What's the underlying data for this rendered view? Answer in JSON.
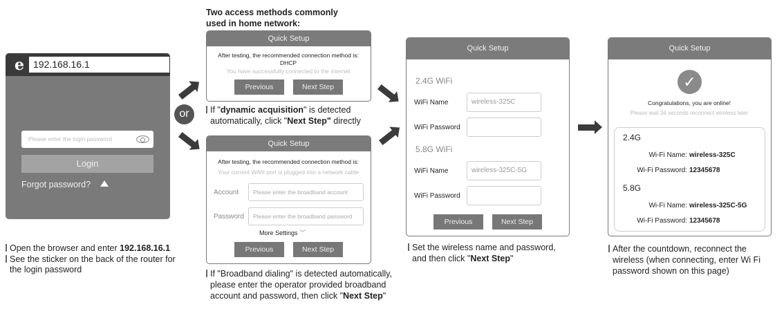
{
  "step1": {
    "url": "192.168.16.1",
    "password_placeholder": "Please enter the login password",
    "login_label": "Login",
    "forgot_label": "Forgot password?",
    "caption1_pre": "Open the browser and enter ",
    "caption1_bold": "192.168.16.1",
    "caption2": "See the sticker on the back of the router for",
    "caption2b": "the login password"
  },
  "or_label": "or",
  "step2": {
    "heading1": "Two access methods commonly",
    "heading2": "used in home network:",
    "dhcp": {
      "title": "Quick Setup",
      "line1": "After testing, the recommended connection method is:",
      "method": "DHCP",
      "status": "You have successfully connected to the internet",
      "prev": "Previous",
      "next": "Next Step",
      "cap_a": "If \"",
      "cap_b": "dynamic acquisition",
      "cap_c": "\" is detected",
      "cap_d": "automatically, click \"",
      "cap_e": "Next Step\"",
      "cap_f": " directly"
    },
    "pppoe": {
      "title": "Quick Setup",
      "line1": "After testing, the recommended connection method is:",
      "status": "Your current WAN port is plugged into a network cable",
      "account_label": "Account",
      "account_placeholder": "Please enter the broadband account",
      "password_label": "Password",
      "password_placeholder": "Please enter the broadband password",
      "more": "More Settings",
      "prev": "Previous",
      "next": "Next Step",
      "cap1": "If \"Broadband dialing\" is detected automatically,",
      "cap2": "please enter the operator provided broadband",
      "cap3a": "account and password, then click \"",
      "cap3b": "Next Step",
      "cap3c": "\""
    }
  },
  "step3": {
    "title": "Quick Setup",
    "band1": "2.4G WiFi",
    "name_label": "WiFi Name",
    "pwd_label": "WiFi Password",
    "name1": "wireless-325C",
    "band2": "5.8G WiFi",
    "name2": "wireless-325C-5G",
    "prev": "Previous",
    "next": "Next Step",
    "cap1": "Set the wireless name and password,",
    "cap2a": "and then click \"",
    "cap2b": "Next Step",
    "cap2c": "\""
  },
  "step4": {
    "title": "Quick Setup",
    "congrats": "Congratulations, you are online!",
    "wait": "Please wait 34 seconds reconnect wireless later",
    "band1": "2.4G",
    "band2": "5.8G",
    "name_label": "Wi-Fi Name:",
    "pwd_label": "Wi-Fi Password:",
    "name1": "wireless-325C",
    "pwd1": "12345678",
    "name2": "wireless-325C-5G",
    "pwd2": "12345678",
    "cap1": "After the countdown, reconnect the",
    "cap2": "wireless (when connecting, enter Wi Fi",
    "cap3": "password shown on this page)"
  }
}
